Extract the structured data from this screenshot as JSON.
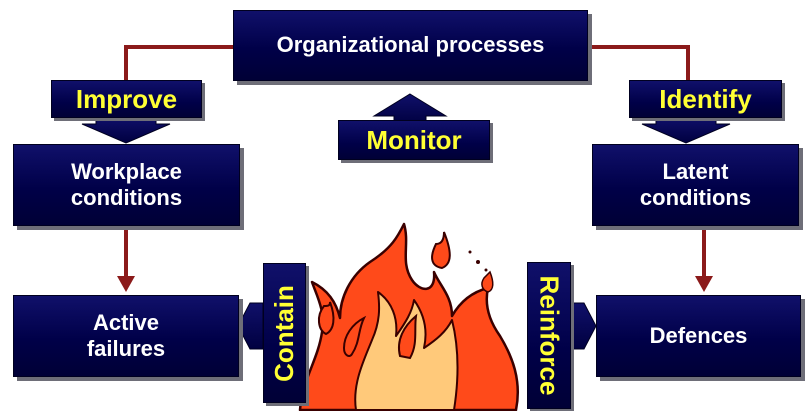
{
  "boxes": {
    "org": "Organizational processes",
    "workplace_line1": "Workplace",
    "workplace_line2": "conditions",
    "latent_line1": "Latent",
    "latent_line2": "conditions",
    "active_line1": "Active",
    "active_line2": "failures",
    "defences": "Defences"
  },
  "actions": {
    "improve": "Improve",
    "identify": "Identify",
    "monitor": "Monitor",
    "contain": "Contain",
    "reinforce": "Reinforce"
  },
  "colors": {
    "box_fill": "#000048",
    "box_text": "#ffffff",
    "action_text": "#ffff33",
    "connector": "#8b1a1a",
    "fire_outer": "#ff4a1a",
    "fire_inner": "#ffc97a"
  },
  "icons": [
    "fire-icon"
  ]
}
